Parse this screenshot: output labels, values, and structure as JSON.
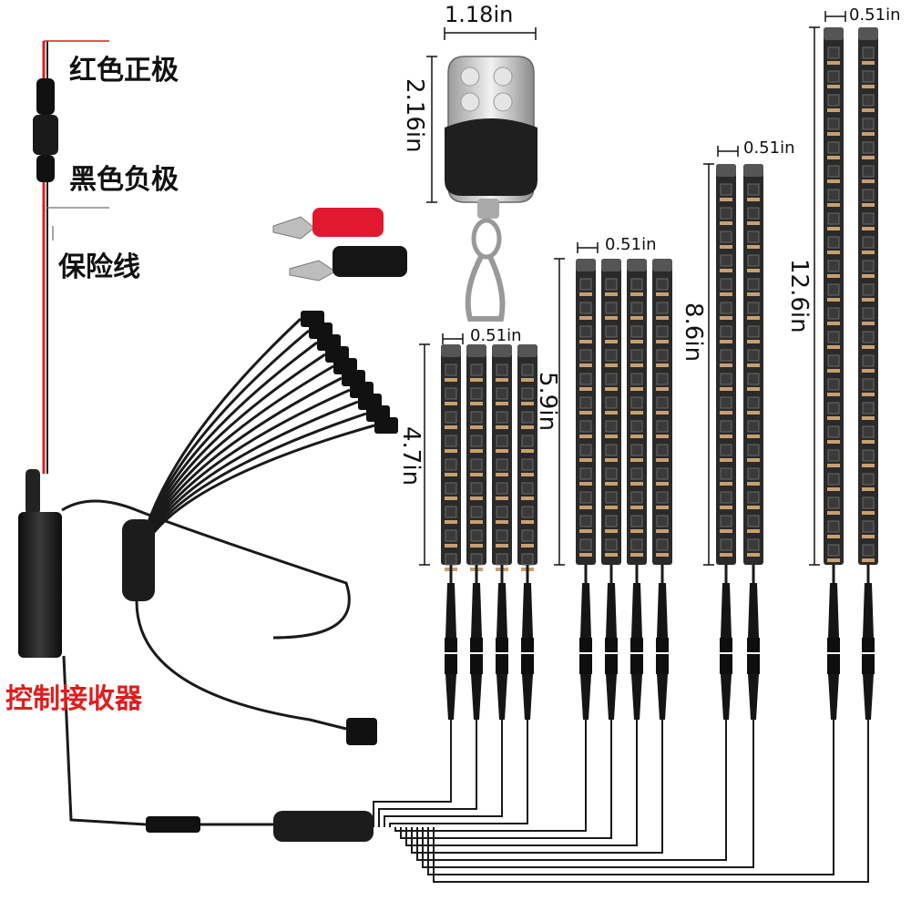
{
  "labels": {
    "red_positive": "红色正极",
    "black_negative": "黑色负极",
    "fuse_wire": "保险线",
    "receiver": "控制接收器"
  },
  "dimensions": {
    "remote_width": "1.18in",
    "remote_height": "2.16in",
    "strip_width_a": "0.51in",
    "strip_width_b": "0.51in",
    "strip_width_c": "0.51in",
    "strip_width_d": "0.51in",
    "len_a": "4.7in",
    "len_b": "5.9in",
    "len_c": "8.6in",
    "len_d": "12.6in"
  },
  "colors": {
    "positive_wire": "#e01c1c",
    "label_red": "#e01c1c",
    "cable": "#1a1a1a",
    "strip_body": "#2a2a2a",
    "led_chip": "#3a3a3a",
    "resistor": "#c8a070",
    "remote_chrome": "#c9c9c9",
    "remote_body": "#222222"
  },
  "strip_groups": [
    {
      "name": "short",
      "count": 4,
      "length_value": 4.7
    },
    {
      "name": "mid",
      "count": 4,
      "length_value": 5.9
    },
    {
      "name": "long",
      "count": 2,
      "length_value": 8.6
    },
    {
      "name": "xlong",
      "count": 2,
      "length_value": 12.6
    }
  ]
}
